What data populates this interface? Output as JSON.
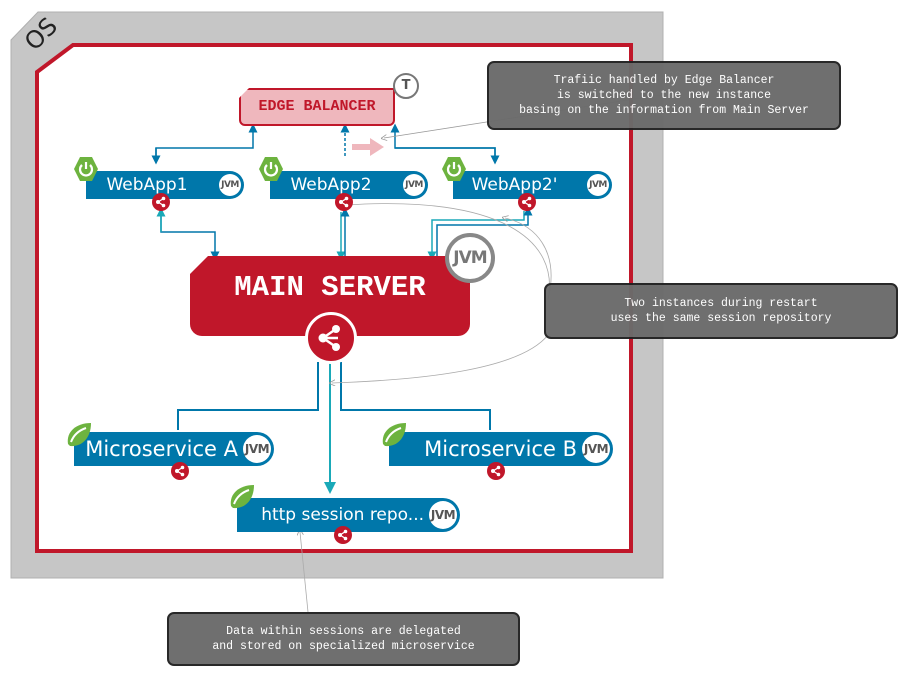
{
  "os_label": "OS",
  "colors": {
    "os_frame": "#c6c6c6",
    "server_red": "#c0172a",
    "edge_pink": "#efb7bd",
    "app_blue": "#0077aa",
    "link_teal": "#1aa9b8",
    "spring_green": "#6db33f",
    "note_gray": "#6b6b6b"
  },
  "edge_balancer": {
    "label": "EDGE BALANCER",
    "badge": "T"
  },
  "webapps": [
    {
      "label": "WebApp1",
      "runtime": "JVM"
    },
    {
      "label": "WebApp2",
      "runtime": "JVM"
    },
    {
      "label": "WebApp2'",
      "runtime": "JVM"
    }
  ],
  "main_server": {
    "label": "MAIN SERVER",
    "runtime": "JVM"
  },
  "microservices": [
    {
      "label": "Microservice A",
      "runtime": "JVM"
    },
    {
      "label": "Microservice B",
      "runtime": "JVM"
    },
    {
      "label": "http session repo...",
      "runtime": "JVM"
    }
  ],
  "notes": {
    "edge": [
      "Trafiic handled by Edge Balancer",
      "is switched to the new instance",
      "basing on the information from Main Server"
    ],
    "restart": [
      "Two instances during restart",
      "uses the same session repository"
    ],
    "session": [
      "Data within sessions are delegated",
      "and stored on specialized microservice"
    ]
  },
  "icons": {
    "webapp": "spring-boot-power-icon",
    "microservice": "spring-leaf-icon",
    "connector": "share-icon",
    "runtime": "jvm-badge-icon",
    "switch": "arrow-right-icon"
  }
}
